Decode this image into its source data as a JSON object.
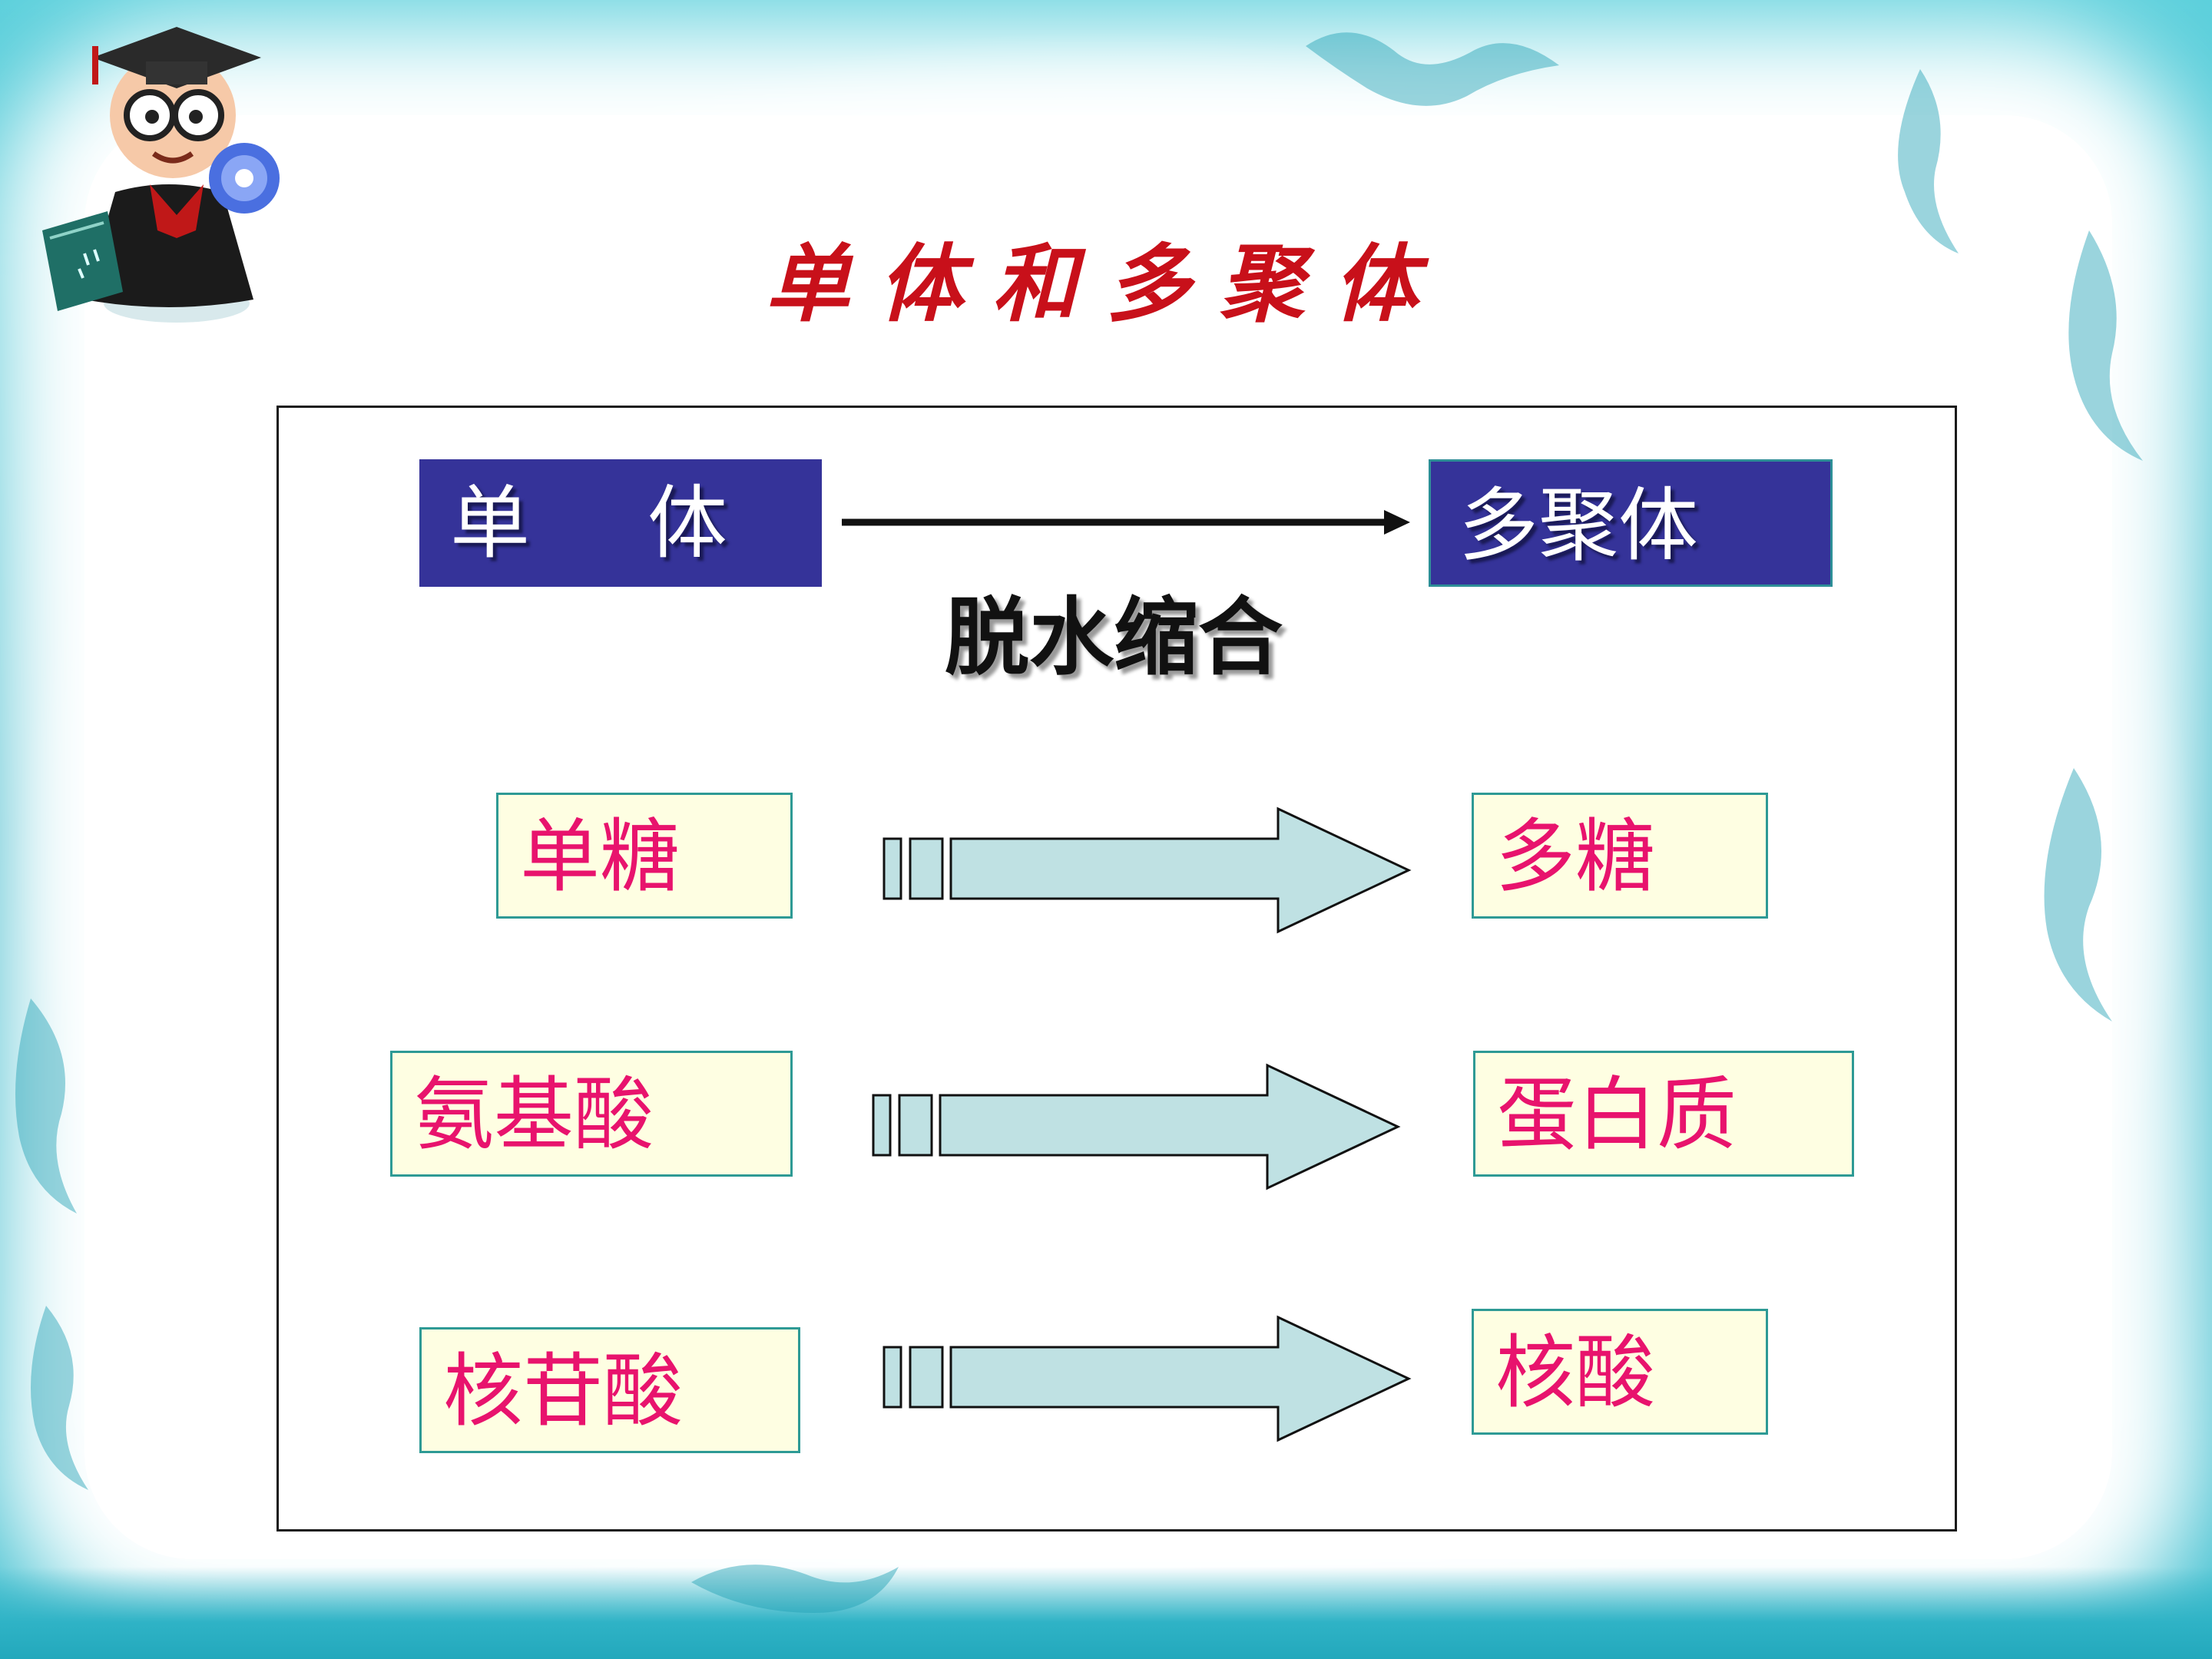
{
  "slide": {
    "title": "单体和多聚体",
    "colors": {
      "frame": "#31b9cc",
      "title": "#c8101a",
      "header_fill": "#353399",
      "term_text": "#e8136d",
      "term_fill": "#fefee2",
      "arrow_fill": "#bfe1e3"
    }
  },
  "diagram": {
    "header": {
      "monomer": "单 体",
      "polymer": "多聚体",
      "process": "脱水缩合"
    },
    "rows": [
      {
        "monomer": "单糖",
        "polymer": "多糖"
      },
      {
        "monomer": "氨基酸",
        "polymer": "蛋白质"
      },
      {
        "monomer": "核苷酸",
        "polymer": "核酸"
      }
    ]
  },
  "icons": {
    "mascot": "scholar-mascot-icon",
    "disc": "cd-disc-icon",
    "book": "book-icon"
  }
}
